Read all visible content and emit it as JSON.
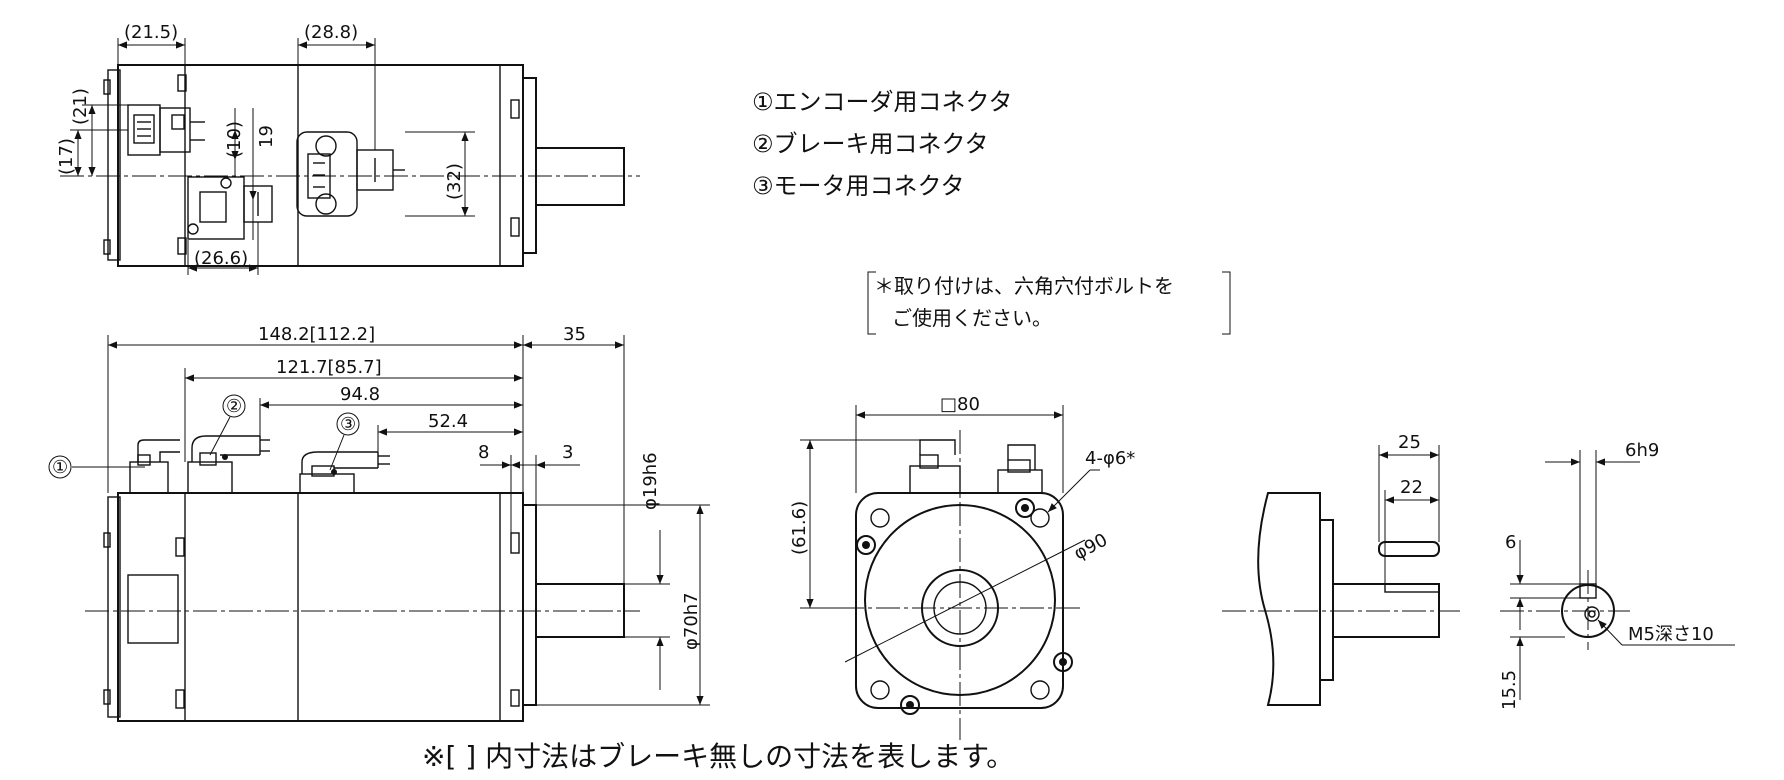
{
  "legend": [
    "①エンコーダ用コネクタ",
    "②ブレーキ用コネクタ",
    "③モータ用コネクタ"
  ],
  "mounting_note": {
    "line1": "＊取り付けは、六角穴付ボルトを",
    "line2": "ご使用ください。"
  },
  "footer_note": "※[ ] 内寸法はブレーキ無しの寸法を表します。",
  "top_view_dims": {
    "d21_5": "(21.5)",
    "d28_8": "(28.8)",
    "d21": "(21)",
    "d17": "(17)",
    "d10": "(10)",
    "d19": "19",
    "d32": "(32)",
    "d26_6": "(26.6)"
  },
  "side_view_dims": {
    "overall": "148.2[112.2]",
    "shaft_len": "35",
    "to_brake": "121.7[85.7]",
    "to_c2": "94.8",
    "to_c3": "52.4",
    "d8": "8",
    "d3": "3",
    "shaft_dia": "φ19h6",
    "pilot_dia": "φ70h7",
    "callout1": "①",
    "callout2": "②",
    "callout3": "③"
  },
  "front_view_dims": {
    "square": "□80",
    "height": "(61.6)",
    "holes": "4-φ6*",
    "pcd": "φ90"
  },
  "shaft_detail_dims": {
    "d25": "25",
    "d22": "22",
    "key_width": "6h9",
    "d6": "6",
    "d15_5": "15.5",
    "tap": "M5深さ10"
  }
}
